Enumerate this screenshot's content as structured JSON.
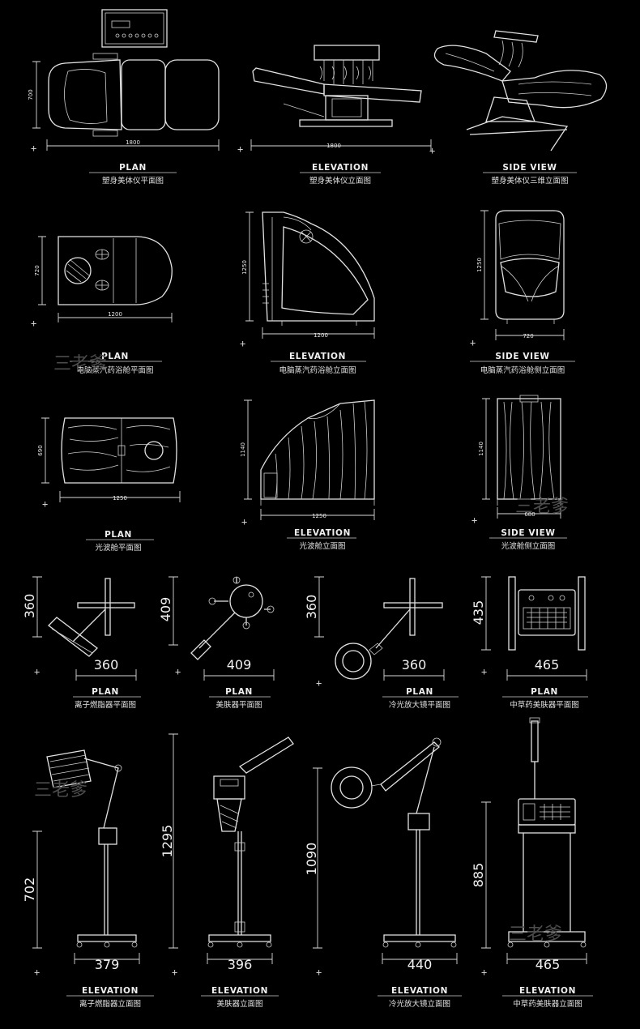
{
  "labels": {
    "r1c1": {
      "title": "PLAN",
      "sub": "塑身美体仪平面图"
    },
    "r1c2": {
      "title": "ELEVATION",
      "sub": "塑身美体仪立面图"
    },
    "r1c3": {
      "title": "SIDE VIEW",
      "sub": "塑身美体仪三维立面图"
    },
    "r2c1": {
      "title": "PLAN",
      "sub": "电脑蒸汽药浴舱平面图"
    },
    "r2c2": {
      "title": "ELEVATION",
      "sub": "电脑蒸汽药浴舱立面图"
    },
    "r2c3": {
      "title": "SIDE VIEW",
      "sub": "电脑蒸汽药浴舱侧立面图"
    },
    "r3c1": {
      "title": "PLAN",
      "sub": "光波舱平面图"
    },
    "r3c2": {
      "title": "ELEVATION",
      "sub": "光波舱立面图"
    },
    "r3c3": {
      "title": "SIDE VIEW",
      "sub": "光波舱侧立面图"
    },
    "r4c1": {
      "title": "PLAN",
      "sub": "离子燃脂器平面图"
    },
    "r4c2": {
      "title": "PLAN",
      "sub": "美肤器平面图"
    },
    "r4c3": {
      "title": "PLAN",
      "sub": "冷光放大镜平面图"
    },
    "r4c4": {
      "title": "PLAN",
      "sub": "中草药美肤器平面图"
    },
    "r5c1": {
      "title": "ELEVATION",
      "sub": "离子燃脂器立面图"
    },
    "r5c2": {
      "title": "ELEVATION",
      "sub": "美肤器立面图"
    },
    "r5c3": {
      "title": "ELEVATION",
      "sub": "冷光放大镜立面图"
    },
    "r5c4": {
      "title": "ELEVATION",
      "sub": "中草药美肤器立面图"
    }
  },
  "dims": {
    "r1_plan_w": "1800",
    "r1_plan_h": "700",
    "r1_elev_w": "1800",
    "r2_plan_w": "1200",
    "r2_plan_h": "720",
    "r2_elev_w": "1200",
    "r2_elev_h": "1250",
    "r2_side_w": "720",
    "r2_side_h": "1250",
    "r3_plan_w": "1250",
    "r3_plan_h": "690",
    "r3_elev_w": "1250",
    "r3_elev_h": "1140",
    "r3_side_w": "680",
    "r3_side_h": "1140",
    "r4c1_w": "360",
    "r4c1_h": "360",
    "r4c2_w": "409",
    "r4c2_h": "409",
    "r4c3_w": "360",
    "r4c3_h": "360",
    "r4c4_w": "465",
    "r4c4_h": "435",
    "r5c1_w": "379",
    "r5c1_h": "702",
    "r5c2_w": "396",
    "r5c2_h": "1295",
    "r5c3_w": "440",
    "r5c3_h": "1090",
    "r5c4_w": "465",
    "r5c4_h": "885"
  },
  "watermark": "三老爹"
}
